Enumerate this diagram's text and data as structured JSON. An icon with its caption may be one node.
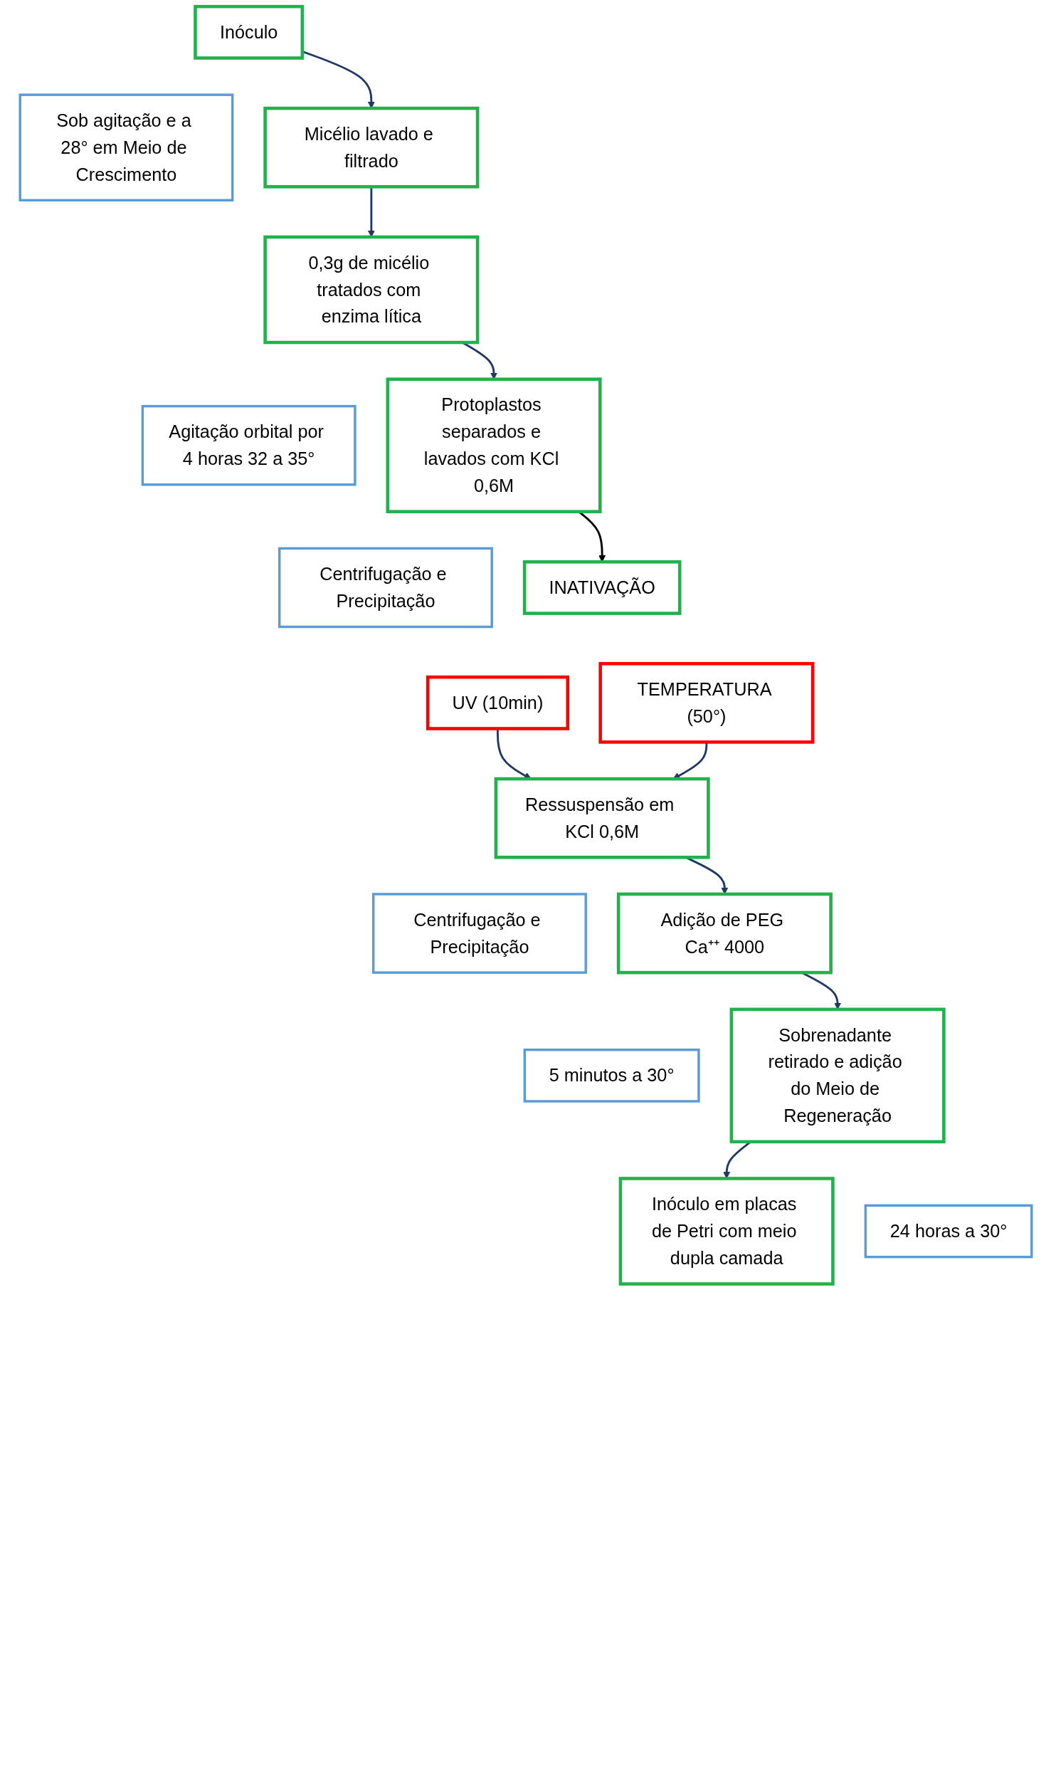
{
  "diagram": {
    "nodes": [
      {
        "text": [
          "Inóculo"
        ]
      },
      {
        "text": [
          "Sob agitação e a 28° em Meio de Crescimento"
        ]
      },
      {
        "text": [
          "Micélio lavado e filtrado"
        ]
      },
      {
        "text": [
          "0,3g de micélio tratados com enzima lítica"
        ]
      },
      {
        "text": [
          "Agitação orbital por 4 horas 32 a 35°"
        ]
      },
      {
        "text": [
          "Protoplastos separados e lavados com KCl 0,6M"
        ]
      },
      {
        "text": [
          "Centrifugação e Precipitação"
        ]
      },
      {
        "text": [
          "INATIVAÇÃO"
        ]
      },
      {
        "text": [
          "UV (10min)"
        ]
      },
      {
        "text": [
          "TEMPERATURA (50°)"
        ]
      },
      {
        "text": [
          "Ressuspensão em KCl 0,6M"
        ]
      },
      {
        "text": [
          "Centrifugação e Precipitação"
        ]
      },
      {
        "text": [
          "Adição de PEG Ca⁺⁺ 4000"
        ]
      },
      {
        "text": [
          "5 minutos a 30°"
        ]
      },
      {
        "text": [
          "Sobrenadante retirado e adição do Meio de Regeneração"
        ]
      },
      {
        "text": [
          "24 horas a 30°"
        ]
      },
      {
        "text": [
          "Inóculo em placas de Petri com meio dupla camada"
        ]
      }
    ],
    "edges": [
      {
        "from": 0,
        "to": 2,
        "arrow": "to"
      },
      {
        "from": 2,
        "to": 3,
        "arrow": "to"
      },
      {
        "from": 3,
        "to": 5,
        "arrow": "to"
      },
      {
        "from": 5,
        "to": 7,
        "arrow": "to",
        "color": "#000000"
      },
      {
        "from": 8,
        "to": 10,
        "arrow": "to"
      },
      {
        "from": 9,
        "to": 10,
        "arrow": "to"
      },
      {
        "from": 10,
        "to": 12,
        "arrow": "to"
      },
      {
        "from": 12,
        "to": 14,
        "arrow": "to"
      },
      {
        "from": 14,
        "to": 16,
        "arrow": "to"
      }
    ]
  }
}
